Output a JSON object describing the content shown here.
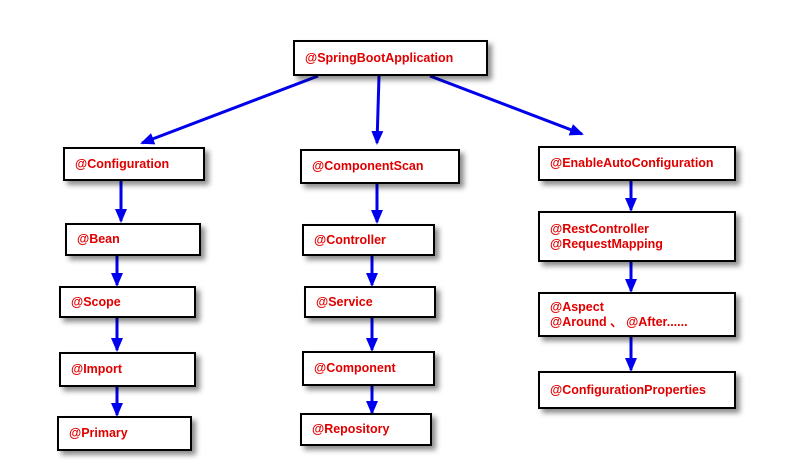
{
  "colors": {
    "text": "#e00000",
    "arrow": "#0000ee",
    "border": "#000000"
  },
  "root": {
    "label": "@SpringBootApplication"
  },
  "columns": [
    {
      "header": "@Configuration",
      "items": [
        "@Bean",
        "@Scope",
        "@Import",
        "@Primary"
      ]
    },
    {
      "header": "@ComponentScan",
      "items": [
        "@Controller",
        "@Service",
        "@Component",
        "@Repository"
      ]
    },
    {
      "header": "@EnableAutoConfiguration",
      "items": [
        [
          "@RestController",
          "@RequestMapping"
        ],
        [
          "@Aspect",
          "@Around 、 @After......"
        ],
        [
          "@ConfigurationProperties"
        ]
      ]
    }
  ]
}
